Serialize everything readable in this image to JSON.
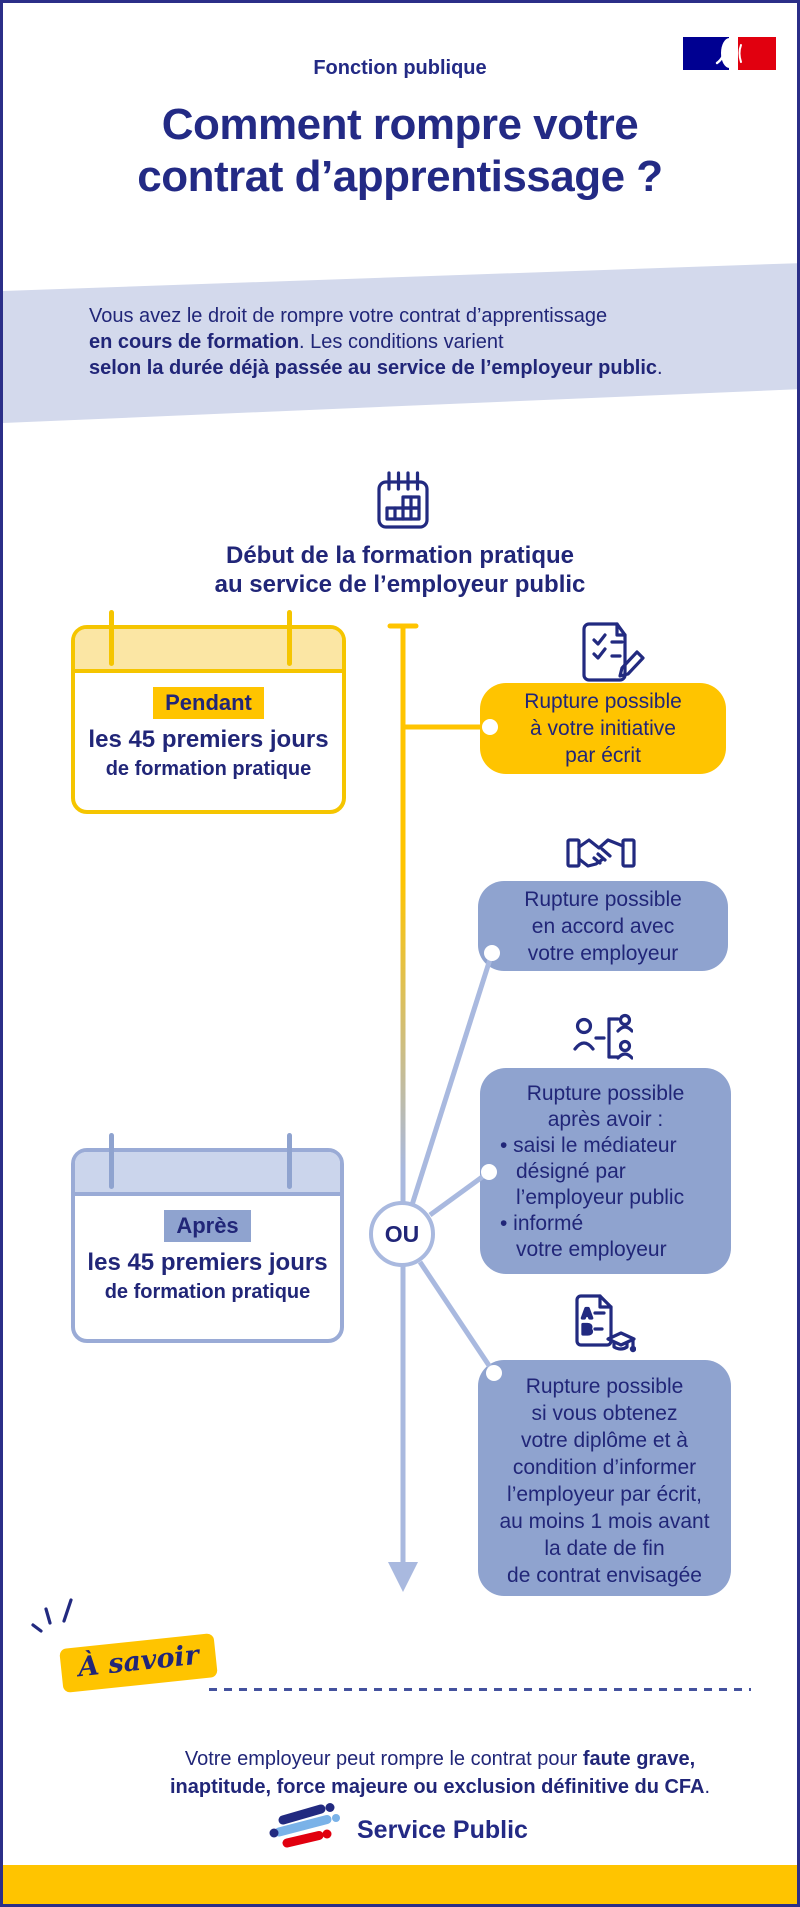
{
  "header": {
    "ministry": "Fonction publique",
    "title": [
      "Comment rompre votre",
      "contrat d’apprentissage ?"
    ]
  },
  "intro": {
    "l1": "Vous avez le droit de rompre votre contrat d’apprentissage",
    "l2_bold": "en cours de formation",
    "l2_rest": ". Les conditions varient",
    "l3_bold": "selon la durée déjà passée au service de l’employeur public",
    "l3_rest": "."
  },
  "timeline": {
    "heading": [
      "Début de la formation pratique",
      "au service de l’employeur public"
    ],
    "or_label": "OU"
  },
  "card_during": {
    "chip": "Pendant",
    "l1": "les 45 premiers jours",
    "l2": "de formation pratique"
  },
  "card_after": {
    "chip": "Après",
    "l1": "les 45 premiers jours",
    "l2": "de formation pratique"
  },
  "bubble_initiative": {
    "l1": "Rupture possible",
    "l2": "à votre initiative",
    "l3": "par écrit"
  },
  "bubble_accord": {
    "l1": "Rupture possible",
    "l2": "en accord avec",
    "l3": "votre employeur"
  },
  "bubble_mediateur": {
    "l1": "Rupture possible",
    "l2": "après avoir :",
    "l3": "• saisi le médiateur",
    "l4": "désigné par",
    "l5": "l’employeur public",
    "l6": "• informé",
    "l7": "votre employeur"
  },
  "bubble_diplome": {
    "l1": "Rupture possible",
    "l2": "si vous obtenez",
    "l3": "votre diplôme et à",
    "l4": "condition d’informer",
    "l5": "l’employeur par écrit,",
    "l6": "au moins 1 mois avant",
    "l7": "la date de fin",
    "l8": "de contrat envisagée"
  },
  "note": {
    "badge": "À savoir",
    "r1": "Votre employeur peut rompre le contrat pour ",
    "b1": "faute grave,",
    "b2": "inaptitude, force majeure ou exclusion définitive du CFA",
    "r2": "."
  },
  "footer": {
    "brand": "Service Public"
  },
  "icons": {
    "flag": "drapeau-francais-icon",
    "calendar": "calendar-icon",
    "checklist": "checklist-pencil-icon",
    "handshake": "handshake-icon",
    "mediator": "mediator-people-icon",
    "diploma": "diploma-icon",
    "sparkle": "sparkle-icon",
    "brand_logo": "service-public-logo"
  },
  "colors": {
    "navy": "#212678",
    "yellow": "#ffc400",
    "yellow_header": "#fbe6a4",
    "bubble_blue": "#8fa3cf",
    "band_blue": "#d3d9ec",
    "connector_blue": "#a9b9df",
    "flag_blue": "#000091",
    "red": "#e1000f"
  }
}
